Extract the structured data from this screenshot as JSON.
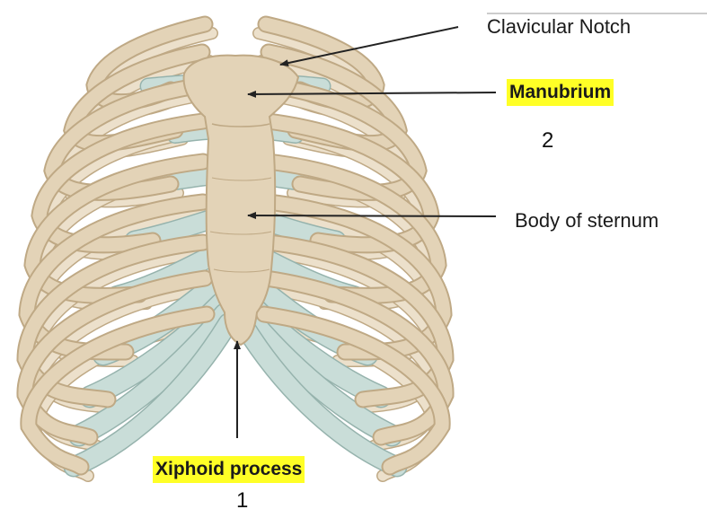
{
  "colors": {
    "bone": "#e3d3b7",
    "bone_edge": "#bfa985",
    "cartilage": "#c9ddd8",
    "cartilage_edge": "#96b3ad",
    "highlight": "#ffff26",
    "line": "#222222"
  },
  "labels": {
    "clavicular_notch": "Clavicular Notch",
    "manubrium": "Manubrium",
    "manubrium_number": "2",
    "body_of_sternum": "Body of sternum",
    "xiphoid_process": "Xiphoid process",
    "xiphoid_number": "1"
  },
  "icons": {
    "figure": "rib-cage-illustration"
  }
}
